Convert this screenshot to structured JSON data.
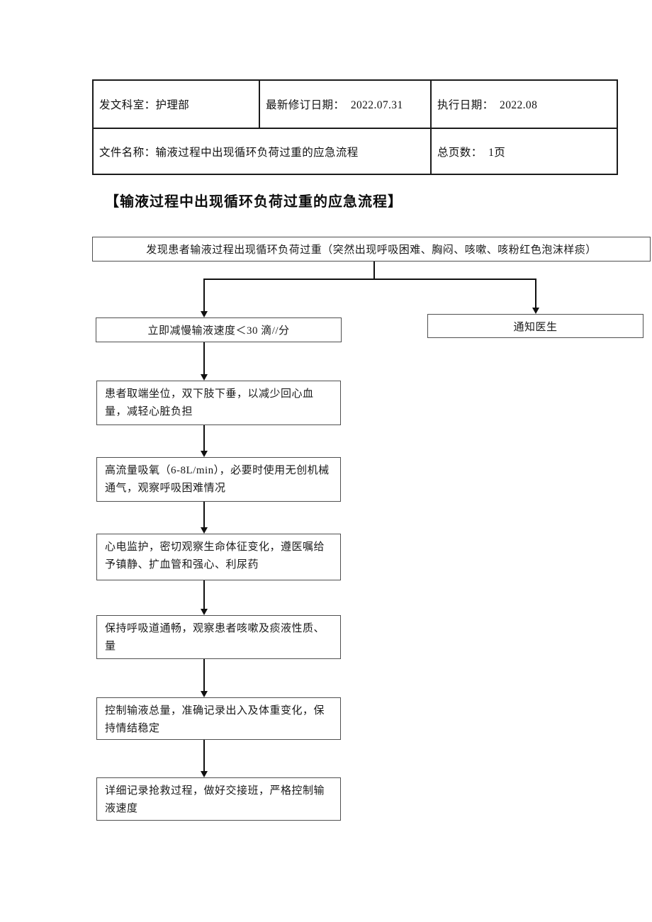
{
  "header_table": {
    "issuing_dept": "发文科室：护理部",
    "revision_date": "最新修订日期：  2022.07.31",
    "execution_date": "执行日期：  2022.08",
    "file_name": "文件名称：输液过程中出现循环负荷过重的应急流程",
    "total_pages": "总页数：  1页"
  },
  "title": "【输液过程中出现循环负荷过重的应急流程】",
  "flowchart": {
    "start": "发现患者输液过程出现循环负荷过重（突然出现呼吸困难、胸闷、咳嗽、咳粉红色泡沫样痰）",
    "notify_doctor": "通知医生",
    "steps": [
      "立即减慢输液速度＜30 滴//分",
      "患者取端坐位，双下肢下垂，以减少回心血量，减轻心脏负担",
      "高流量吸氧（6-8L/min），必要时使用无创机械通气，观察呼吸困难情况",
      "心电监护，密切观察生命体征变化，遵医嘱给予镇静、扩血管和强心、利尿药",
      "保持呼吸道通畅，观察患者咳嗽及痰液性质、量",
      "控制输液总量，准确记录出入及体重变化，保持情结稳定",
      "详细记录抢救过程，做好交接班，严格控制输液速度"
    ]
  },
  "colors": {
    "text": "#1a1a1a",
    "line": "#101010",
    "box_border": "#4f4f4f"
  }
}
